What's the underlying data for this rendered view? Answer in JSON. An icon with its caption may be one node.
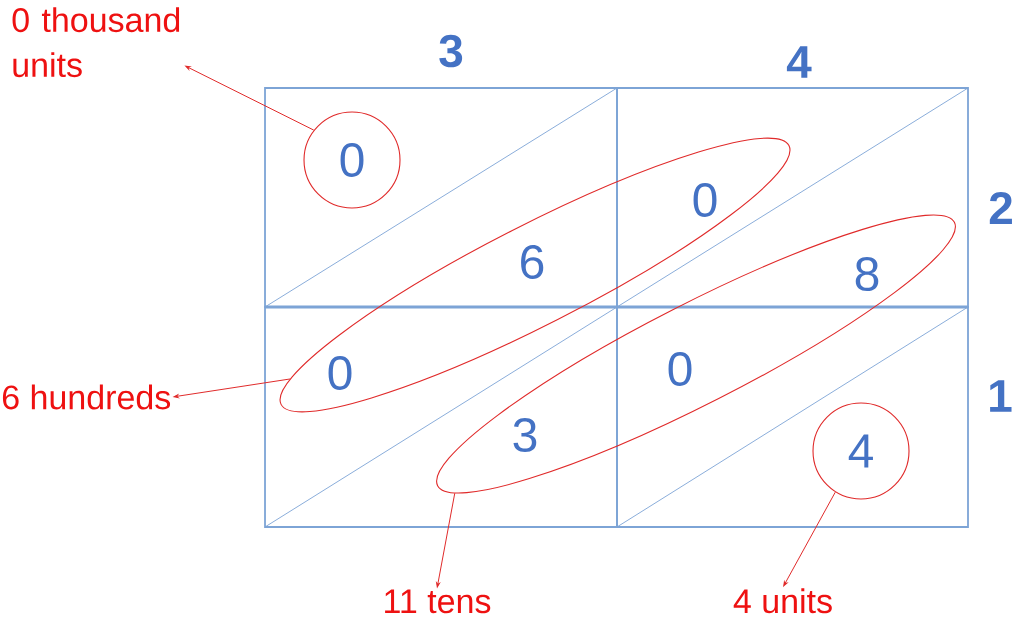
{
  "diagram": {
    "nodes": [
      {
        "text": [
          "0 thousand units"
        ]
      },
      {
        "text": [
          "0"
        ]
      },
      {
        "text": [
          "0",
          "6",
          "0"
        ]
      },
      {
        "text": [
          "8",
          "0",
          "3"
        ]
      },
      {
        "text": [
          "6 hundreds"
        ]
      },
      {
        "text": [
          "4"
        ]
      },
      {
        "text": [
          "11 tens"
        ]
      },
      {
        "text": [
          "4 units"
        ]
      }
    ],
    "edges": [
      {
        "from": 1,
        "to": 0,
        "arrow": "to"
      },
      {
        "from": 2,
        "to": 4,
        "arrow": "to"
      },
      {
        "from": 3,
        "to": 6,
        "arrow": "to"
      },
      {
        "from": 5,
        "to": 7,
        "arrow": "to"
      }
    ],
    "labels": [
      "3",
      "4",
      "2",
      "1"
    ]
  }
}
